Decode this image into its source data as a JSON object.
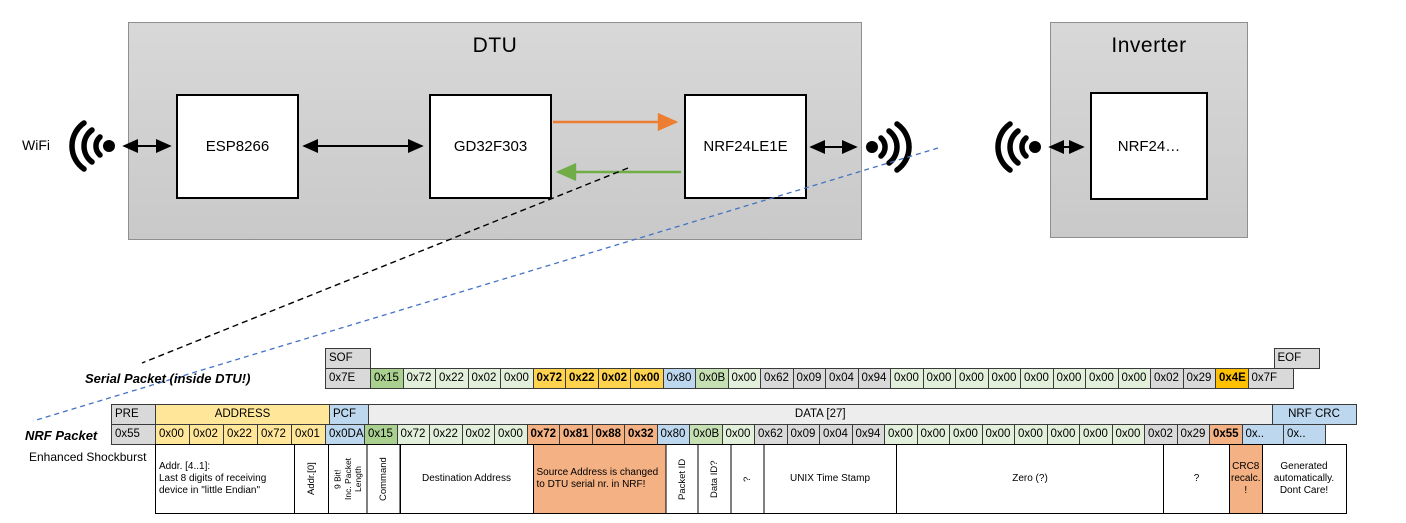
{
  "diagram": {
    "wifi_label": "WiFi",
    "dtu": {
      "title": "DTU",
      "chips": [
        "ESP8266",
        "GD32F303",
        "NRF24LE1E"
      ]
    },
    "inverter": {
      "title": "Inverter",
      "chip": "NRF24…"
    }
  },
  "palette": {
    "green_light": "#E2EFDA",
    "green_dark": "#A9D08E",
    "green_mid": "#C6E0B4",
    "gold": "#FFD34D",
    "orange": "#FFC000",
    "salmon": "#F4B183",
    "blue": "#BDD7EE",
    "yellow": "#FFE699",
    "gray": "#D9D9D9",
    "header_gray": "#EDEDED",
    "arrow_orange": "#ED7D31",
    "arrow_green": "#70AD47",
    "dash_blue": "#4472C4"
  },
  "serial_packet": {
    "label": "Serial Packet (inside DTU!)",
    "sof_header": "SOF",
    "sof_value": "0x7E",
    "eof_header": "EOF",
    "eof_value": "0x7F",
    "bytes": [
      {
        "v": "0x15",
        "c": "green_dark"
      },
      {
        "v": "0x72",
        "c": "green_light"
      },
      {
        "v": "0x22",
        "c": "green_light"
      },
      {
        "v": "0x02",
        "c": "green_light"
      },
      {
        "v": "0x00",
        "c": "green_light"
      },
      {
        "v": "0x72",
        "c": "gold",
        "b": 1
      },
      {
        "v": "0x22",
        "c": "gold",
        "b": 1
      },
      {
        "v": "0x02",
        "c": "gold",
        "b": 1
      },
      {
        "v": "0x00",
        "c": "gold",
        "b": 1
      },
      {
        "v": "0x80",
        "c": "blue"
      },
      {
        "v": "0x0B",
        "c": "green_mid"
      },
      {
        "v": "0x00",
        "c": "green_light"
      },
      {
        "v": "0x62",
        "c": "gray"
      },
      {
        "v": "0x09",
        "c": "gray"
      },
      {
        "v": "0x04",
        "c": "gray"
      },
      {
        "v": "0x94",
        "c": "gray"
      },
      {
        "v": "0x00",
        "c": "green_light"
      },
      {
        "v": "0x00",
        "c": "green_light"
      },
      {
        "v": "0x00",
        "c": "green_light"
      },
      {
        "v": "0x00",
        "c": "green_light"
      },
      {
        "v": "0x00",
        "c": "green_light"
      },
      {
        "v": "0x00",
        "c": "green_light"
      },
      {
        "v": "0x00",
        "c": "green_light"
      },
      {
        "v": "0x00",
        "c": "green_light"
      },
      {
        "v": "0x02",
        "c": "gray"
      },
      {
        "v": "0x29",
        "c": "gray"
      },
      {
        "v": "0x4E",
        "c": "orange",
        "b": 1
      }
    ]
  },
  "nrf_packet": {
    "label": "NRF Packet",
    "sublabel": "Enhanced Shockburst",
    "pre_header": "PRE",
    "address_header": "ADDRESS",
    "pcf_header": "PCF",
    "data_header": "DATA [27]",
    "crc_header": "NRF CRC",
    "pre_value": "0x55",
    "address_bytes": [
      "0x00",
      "0x02",
      "0x22",
      "0x72",
      "0x01"
    ],
    "pcf_value": "0x0DA",
    "bytes": [
      {
        "v": "0x15",
        "c": "green_dark"
      },
      {
        "v": "0x72",
        "c": "green_light"
      },
      {
        "v": "0x22",
        "c": "green_light"
      },
      {
        "v": "0x02",
        "c": "green_light"
      },
      {
        "v": "0x00",
        "c": "green_light"
      },
      {
        "v": "0x72",
        "c": "salmon",
        "b": 1
      },
      {
        "v": "0x81",
        "c": "salmon",
        "b": 1
      },
      {
        "v": "0x88",
        "c": "salmon",
        "b": 1
      },
      {
        "v": "0x32",
        "c": "salmon",
        "b": 1
      },
      {
        "v": "0x80",
        "c": "blue"
      },
      {
        "v": "0x0B",
        "c": "green_mid"
      },
      {
        "v": "0x00",
        "c": "green_light"
      },
      {
        "v": "0x62",
        "c": "gray"
      },
      {
        "v": "0x09",
        "c": "gray"
      },
      {
        "v": "0x04",
        "c": "gray"
      },
      {
        "v": "0x94",
        "c": "gray"
      },
      {
        "v": "0x00",
        "c": "green_light"
      },
      {
        "v": "0x00",
        "c": "green_light"
      },
      {
        "v": "0x00",
        "c": "green_light"
      },
      {
        "v": "0x00",
        "c": "green_light"
      },
      {
        "v": "0x00",
        "c": "green_light"
      },
      {
        "v": "0x00",
        "c": "green_light"
      },
      {
        "v": "0x00",
        "c": "green_light"
      },
      {
        "v": "0x00",
        "c": "green_light"
      },
      {
        "v": "0x02",
        "c": "gray"
      },
      {
        "v": "0x29",
        "c": "gray"
      },
      {
        "v": "0x55",
        "c": "salmon",
        "b": 1
      }
    ],
    "crc_bytes": [
      "0x..",
      "0x.."
    ],
    "annotations": [
      {
        "t": "Addr. [4..1]:\nLast 8 digits of receiving device in \"little Endian\"",
        "span": 4,
        "align": "l"
      },
      {
        "t": "Addr.[0]",
        "span": 1,
        "rot": 1
      },
      {
        "t": "9 Bit!\nInc. Packet Length",
        "span": 1,
        "rot": 1,
        "small": 1
      },
      {
        "t": "Command",
        "span": 1,
        "rot": 1
      },
      {
        "t": "Destination Address",
        "span": 4
      },
      {
        "t": "Source Address is changed to DTU serial nr. in NRF!",
        "span": 4,
        "bg": "salmon",
        "align": "l"
      },
      {
        "t": "Packet ID",
        "span": 1,
        "rot": 1
      },
      {
        "t": "Data ID?",
        "span": 1,
        "rot": 1
      },
      {
        "t": "?",
        "span": 1,
        "rot": 1
      },
      {
        "t": "UNIX Time Stamp",
        "span": 4
      },
      {
        "t": "Zero (?)",
        "span": 8
      },
      {
        "t": "?",
        "span": 2
      },
      {
        "t": "CRC8 recalc. !",
        "span": 1,
        "bg": "salmon"
      },
      {
        "t": "Generated automatically. Dont Care!",
        "span": 2
      }
    ]
  }
}
